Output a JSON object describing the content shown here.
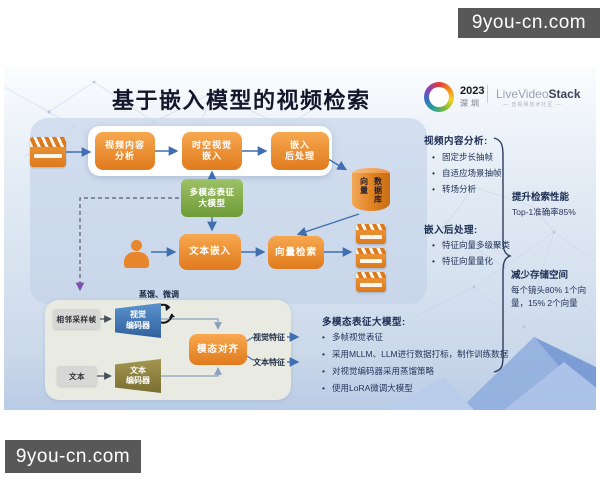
{
  "watermark": {
    "text": "9you-cn.com"
  },
  "slide": {
    "title": "基于嵌入模型的视频检索",
    "logo": {
      "year": "2023",
      "city": "深圳",
      "brand_light": "LiveVideo",
      "brand_bold": "Stack",
      "brand_sub": "— 音视频技术社区 —"
    },
    "flow": {
      "video_analysis": "视频内容\n分析",
      "st_embedding": "时空视觉\n嵌入",
      "post_processing": "嵌入\n后处理",
      "big_model": "多模态表征\n大模型",
      "text_embedding": "文本嵌入",
      "vector_search": "向量检索",
      "db_col_left": "向量",
      "db_col_right": "数据库"
    },
    "right_col": {
      "s1_title": "视频内容分析:",
      "s1_items": [
        "固定步长抽帧",
        "自适应场景抽帧",
        "转场分析"
      ],
      "s2_title": "嵌入后处理:",
      "s2_items": [
        "特征向量多级聚类",
        "特征向量量化"
      ],
      "r1_title": "提升检索性能",
      "r1_text": "Top-1准确率85%",
      "r2_title": "减少存储空间",
      "r2_text": "每个镜头80% 1个向量，15% 2个向量"
    },
    "bottom": {
      "distill": "蒸馏、微调",
      "frames": "相邻采样帧",
      "visual_encoder": "视觉\n编码器",
      "text_input": "文本",
      "text_encoder": "文本\n编码器",
      "align": "模态对齐",
      "visual_feature": "视觉特征",
      "text_feature": "文本特征"
    },
    "bottom_right": {
      "title": "多模态表征大模型:",
      "items": [
        "多帧视觉表征",
        "采用MLLM、LLM进行数据打标，制作训练数据",
        "对视觉编码器采用蒸馏策略",
        "使用LoRA微调大模型"
      ]
    },
    "colors": {
      "node_orange": "#e8882e",
      "node_green": "#7fa94a",
      "encoder_blue": "#3f7ab8",
      "encoder_olive": "#8c7f42",
      "panel_blue": "#cedbed",
      "sub_panel": "#e9ebe2",
      "watermark_bg": "#585858",
      "arrow_blue": "#3f6fb0",
      "dashed_arrow_purple": "#7c4fb0"
    }
  }
}
